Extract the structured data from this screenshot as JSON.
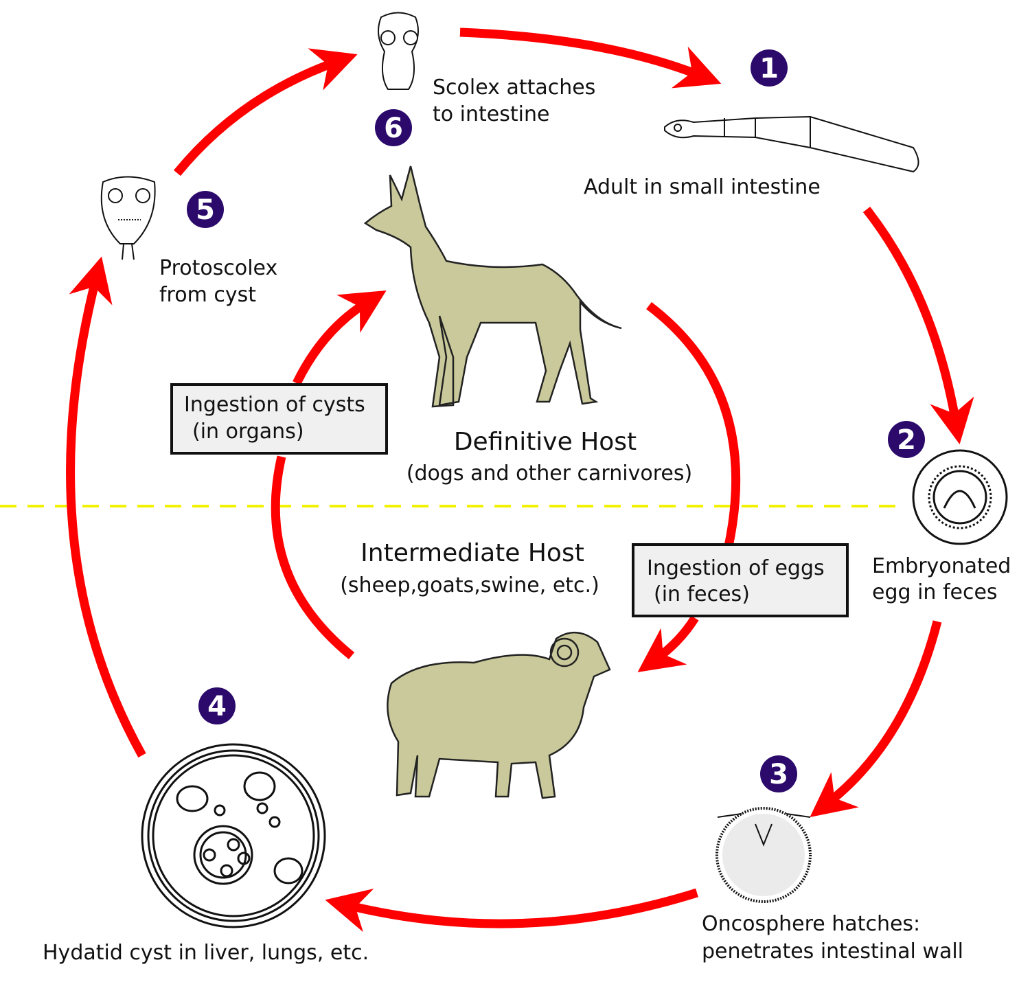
{
  "colors": {
    "arrow": "#ff0000",
    "badge": "#2b0a6b",
    "divider": "#f2f200",
    "animal_fill": "#c9c99b"
  },
  "stages": [
    {
      "number": "1",
      "label_lines": [
        "Adult in small intestine"
      ]
    },
    {
      "number": "2",
      "label_lines": [
        "Embryonated",
        "egg in feces"
      ]
    },
    {
      "number": "3",
      "label_lines": [
        "Oncosphere hatches:",
        "penetrates intestinal wall"
      ]
    },
    {
      "number": "4",
      "label_lines": [
        "Hydatid cyst in liver, lungs, etc."
      ]
    },
    {
      "number": "5",
      "label_lines": [
        "Protoscolex",
        "from cyst"
      ]
    },
    {
      "number": "6",
      "label_lines": [
        "Scolex attaches",
        "to intestine"
      ]
    }
  ],
  "definitive_host": {
    "title": "Definitive Host",
    "subtitle": "(dogs and other carnivores)"
  },
  "intermediate_host": {
    "title": "Intermediate Host",
    "subtitle": "(sheep,goats,swine, etc.)"
  },
  "boxes": {
    "cysts": [
      "Ingestion of cysts",
      "(in organs)"
    ],
    "eggs": [
      "Ingestion of eggs",
      "(in feces)"
    ]
  }
}
